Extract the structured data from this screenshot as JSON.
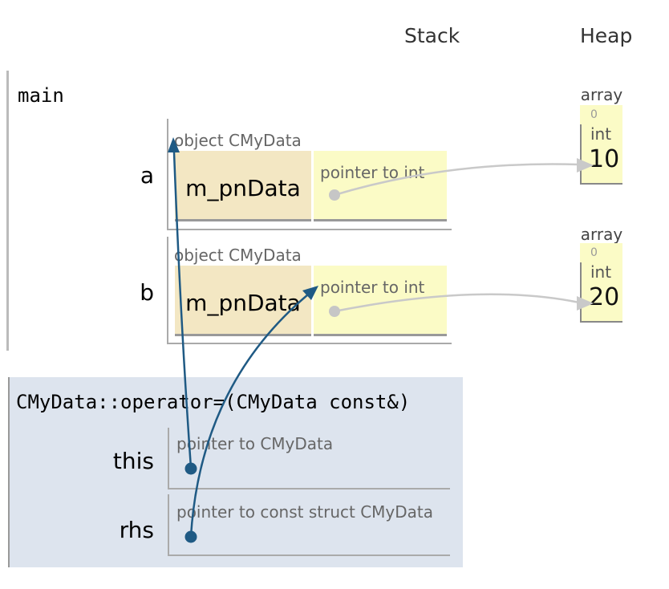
{
  "headers": {
    "stack_label": "Stack",
    "heap_label": "Heap"
  },
  "colors": {
    "pointer_arrow_blue": "#1f5a84",
    "pointer_arrow_gray": "#c9c9c9",
    "heap_cell_bg": "#fbfbc6",
    "struct_field_bg": "#f3e7c3",
    "frame_bg": "#dde4ee"
  },
  "main_frame": {
    "label": "main",
    "vars": [
      {
        "name": "a",
        "type_label": "object CMyData",
        "field": {
          "name": "m_pnData",
          "type_label": "pointer to int"
        }
      },
      {
        "name": "b",
        "type_label": "object CMyData",
        "field": {
          "name": "m_pnData",
          "type_label": "pointer to int"
        }
      }
    ]
  },
  "operator_frame": {
    "title": "CMyData::operator=(CMyData const&)",
    "vars": [
      {
        "name": "this",
        "type_label": "pointer to CMyData"
      },
      {
        "name": "rhs",
        "type_label": "pointer to const struct CMyData"
      }
    ]
  },
  "heap": {
    "objects": [
      {
        "label": "array",
        "index": "0",
        "elem_type": "int",
        "value": "10"
      },
      {
        "label": "array",
        "index": "0",
        "elem_type": "int",
        "value": "20"
      }
    ]
  }
}
